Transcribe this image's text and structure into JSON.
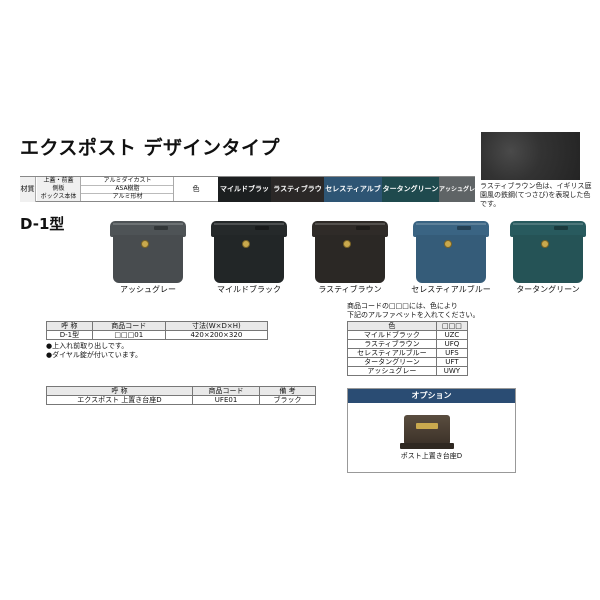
{
  "title": "エクスポスト デザインタイプ",
  "swatch_note": "ラスティブラウン色は、イギリス庭園風の鉄鋼(てつさび)を表現した色です。",
  "spec": {
    "material_label": "材質",
    "rows": [
      {
        "part": "上蓋・前蓋",
        "material": "アルミダイカスト"
      },
      {
        "part": "側板",
        "material": "ASA樹脂"
      },
      {
        "part": "ボックス本体",
        "material": "アルミ形材"
      }
    ],
    "color_label": "色",
    "colors": [
      {
        "name": "マイルドブラック",
        "hex": "#1c1f20"
      },
      {
        "name": "ラスティブラウン",
        "hex": "#2b2827"
      },
      {
        "name": "セレスティアルブルー",
        "hex": "#2e5574"
      },
      {
        "name": "タータングリーン",
        "hex": "#1f4a4e"
      },
      {
        "name": "アッシュグレー",
        "hex": "#5f6466"
      }
    ]
  },
  "model_title": "D-1型",
  "products": [
    {
      "caption": "アッシュグレー",
      "hex": "#4e5356"
    },
    {
      "caption": "マイルドブラック",
      "hex": "#25292a"
    },
    {
      "caption": "ラスティブラウン",
      "hex": "#2f2b28"
    },
    {
      "caption": "セレスティアルブルー",
      "hex": "#3a6483"
    },
    {
      "caption": "タータングリーン",
      "hex": "#285a5e"
    }
  ],
  "main_table": {
    "headers": [
      "呼 称",
      "商品コード",
      "寸法(W×D×H)"
    ],
    "row": [
      "D-1型",
      "□□□01",
      "420×200×320"
    ]
  },
  "notes": [
    "●上入れ前取り出しです。",
    "●ダイヤル錠が付いています。"
  ],
  "code_note": [
    "商品コードの□□□には、色により",
    "下記のアルファベットを入れてください。"
  ],
  "color_code_table": {
    "headers": [
      "色",
      "□□□"
    ],
    "rows": [
      [
        "マイルドブラック",
        "UZC"
      ],
      [
        "ラスティブラウン",
        "UFQ"
      ],
      [
        "セレスティアルブルー",
        "UFS"
      ],
      [
        "タータングリーン",
        "UFT"
      ],
      [
        "アッシュグレー",
        "UWY"
      ]
    ]
  },
  "option_table": {
    "headers": [
      "呼 称",
      "商品コード",
      "備 考"
    ],
    "row": [
      "エクスポスト 上置き台座D",
      "UFE01",
      "ブラック"
    ]
  },
  "option": {
    "header": "オプション",
    "caption": "ポスト上置き台座D"
  }
}
